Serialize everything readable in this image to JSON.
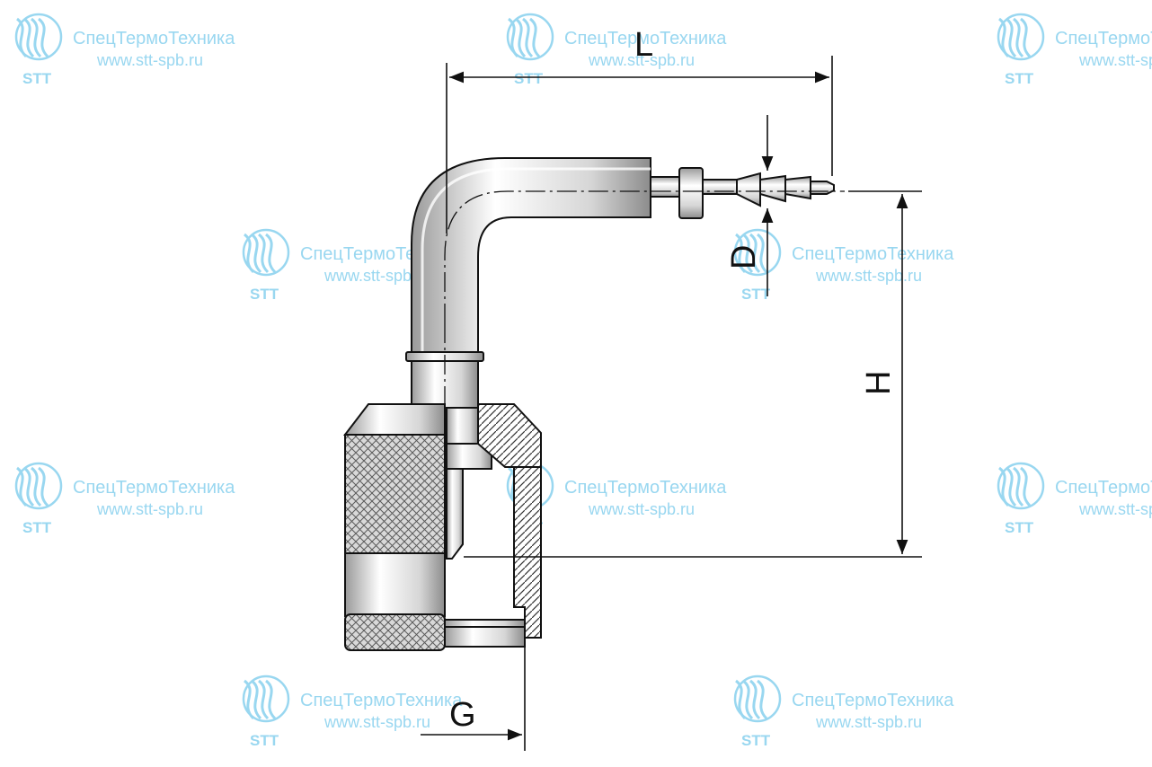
{
  "dimensions": {
    "L": "L",
    "D": "D",
    "H": "H",
    "G": "G"
  },
  "watermark": {
    "name": "СпецТермоТехника",
    "url": "www.stt-spb.ru",
    "abbr": "STT",
    "color": "#8fd3ef"
  },
  "colors": {
    "line": "#111111",
    "metal_light": "#f4f4f4",
    "metal_mid": "#cfcfcf",
    "metal_dark": "#8a8a8a"
  }
}
